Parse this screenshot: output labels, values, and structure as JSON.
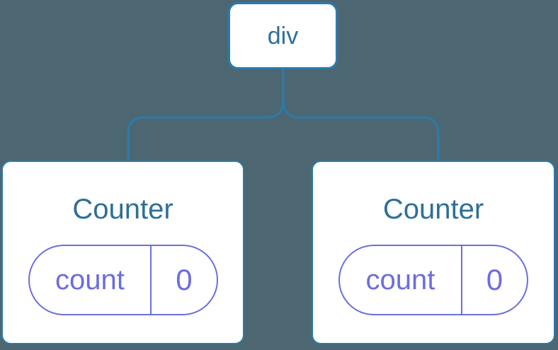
{
  "colors": {
    "background": "#4c6772",
    "node_fill": "#ffffff",
    "tree_stroke": "#2b7bab",
    "node_label": "#2e6f98",
    "state_stroke": "#6b6fdb",
    "state_text": "#6c6ce0"
  },
  "tree": {
    "root": {
      "label": "div"
    },
    "children": [
      {
        "title": "Counter",
        "state": {
          "key": "count",
          "value": "0"
        }
      },
      {
        "title": "Counter",
        "state": {
          "key": "count",
          "value": "0"
        }
      }
    ]
  }
}
